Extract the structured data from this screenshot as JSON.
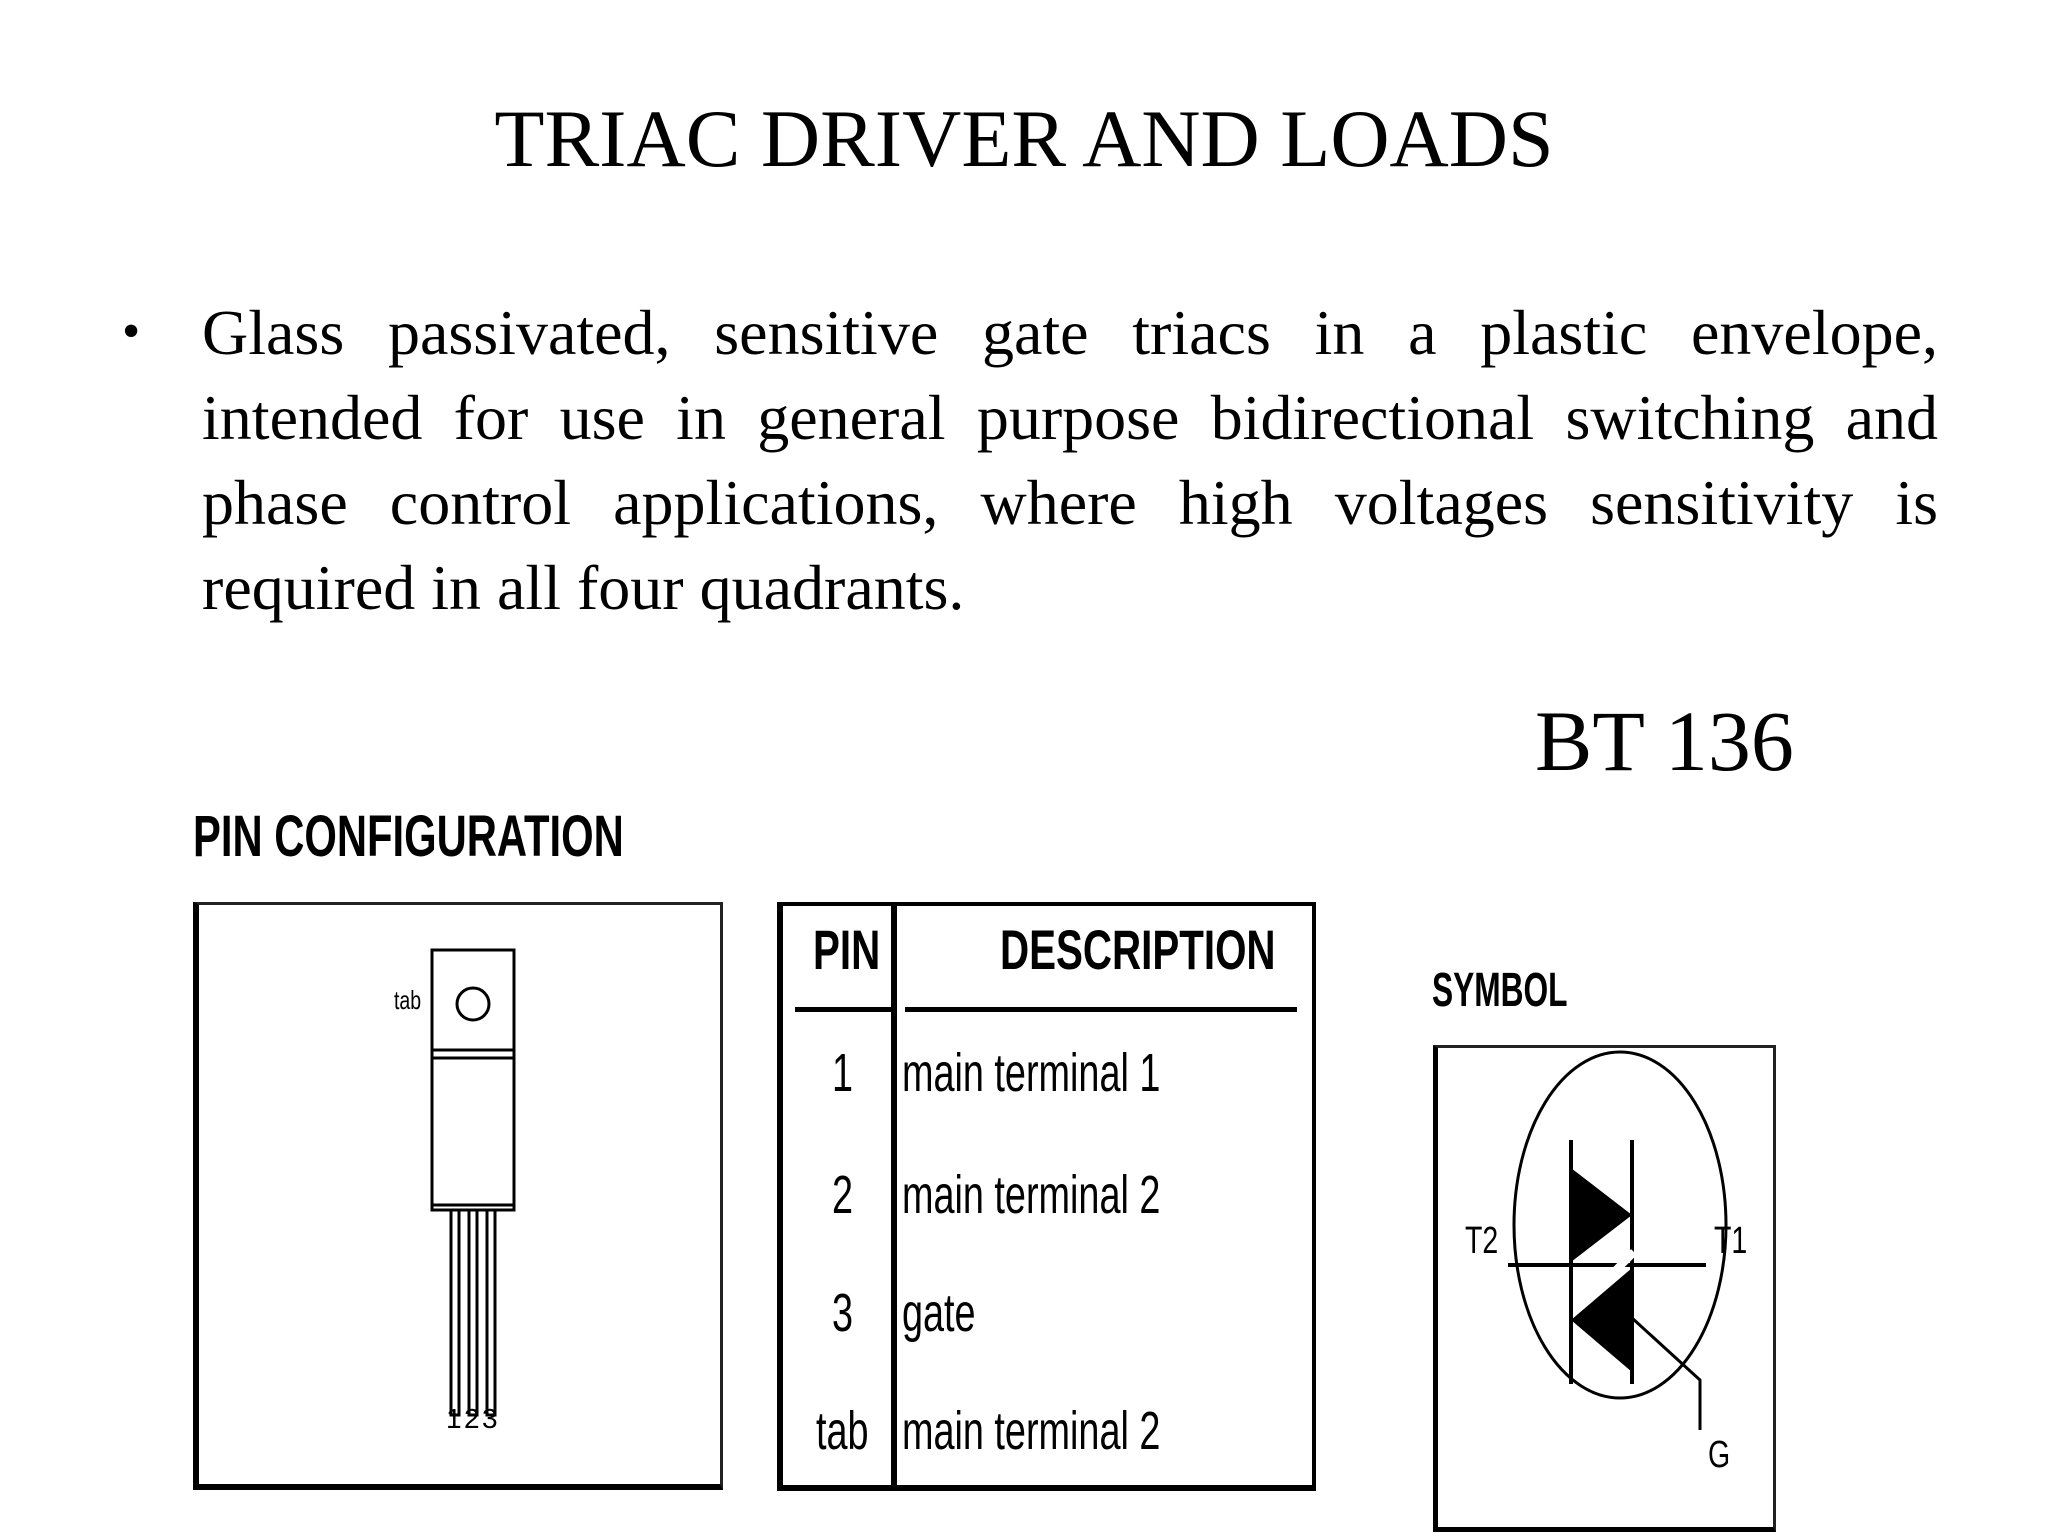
{
  "slide": {
    "title": "TRIAC DRIVER AND LOADS",
    "bullet_char": "•",
    "bullet_text": "Glass passivated, sensitive gate triacs in a plastic envelope, intended for use in general purpose bidirectional switching and phase control applications, where high voltages sensitivity is required in all four quadrants.",
    "part_number": "BT 136"
  },
  "pin_configuration": {
    "heading": "PIN CONFIGURATION",
    "tab_label": "tab",
    "lead_numbers": [
      "1",
      "2",
      "3"
    ]
  },
  "pin_table": {
    "header_pin": "PIN",
    "header_description": "DESCRIPTION",
    "rows": [
      {
        "pin": "1",
        "description": "main terminal 1"
      },
      {
        "pin": "2",
        "description": "main terminal 2"
      },
      {
        "pin": "3",
        "description": "gate"
      },
      {
        "pin": "tab",
        "description": "main terminal 2"
      }
    ]
  },
  "symbol": {
    "heading": "SYMBOL",
    "t2_label": "T2",
    "t1_label": "T1",
    "gate_label": "G"
  }
}
